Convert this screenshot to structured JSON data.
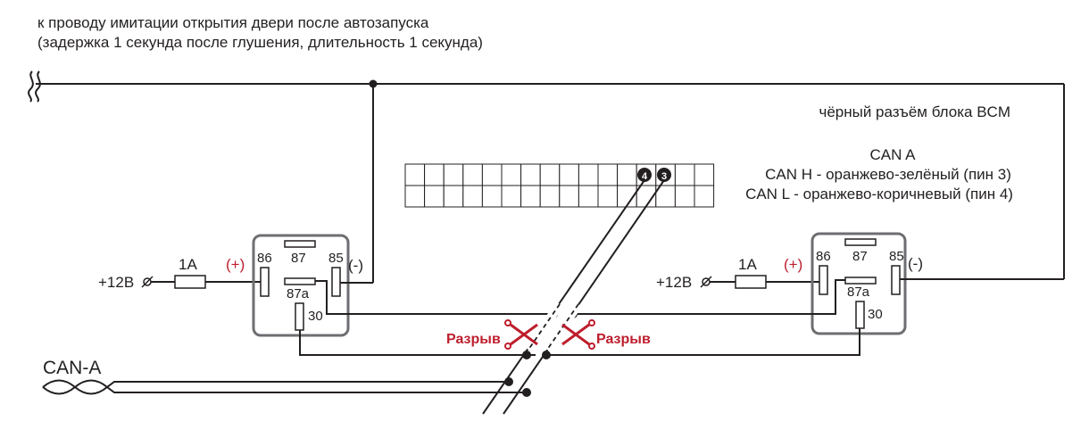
{
  "top_note": {
    "line1": "к проводу имитации открытия двери после автозапуска",
    "line2": "(задержка 1 секунда после глушения, длительность 1 секунда)"
  },
  "bcm": {
    "title": "чёрный разъём блока BCM",
    "can_title": "CAN A",
    "can_h": "CAN H - оранжево-зелёный (пин 3)",
    "can_l": "CAN L - оранжево-коричневый (пин 4)",
    "pin_labels": [
      "4",
      "3"
    ]
  },
  "left_relay": {
    "supply": "+12В",
    "fuse": "1А",
    "plus": "(+)",
    "minus": "(-)",
    "pins": [
      "86",
      "87",
      "85",
      "87a",
      "30"
    ]
  },
  "right_relay": {
    "supply": "+12В",
    "fuse": "1А",
    "plus": "(+)",
    "minus": "(-)",
    "pins": [
      "86",
      "87",
      "85",
      "87a",
      "30"
    ]
  },
  "breaks": {
    "left": "Разрыв",
    "right": "Разрыв"
  },
  "can_bus_label": "CAN-A",
  "colors": {
    "line": "#231f20",
    "relay_border": "#6d6e71",
    "accent_red": "#be1e2d"
  }
}
